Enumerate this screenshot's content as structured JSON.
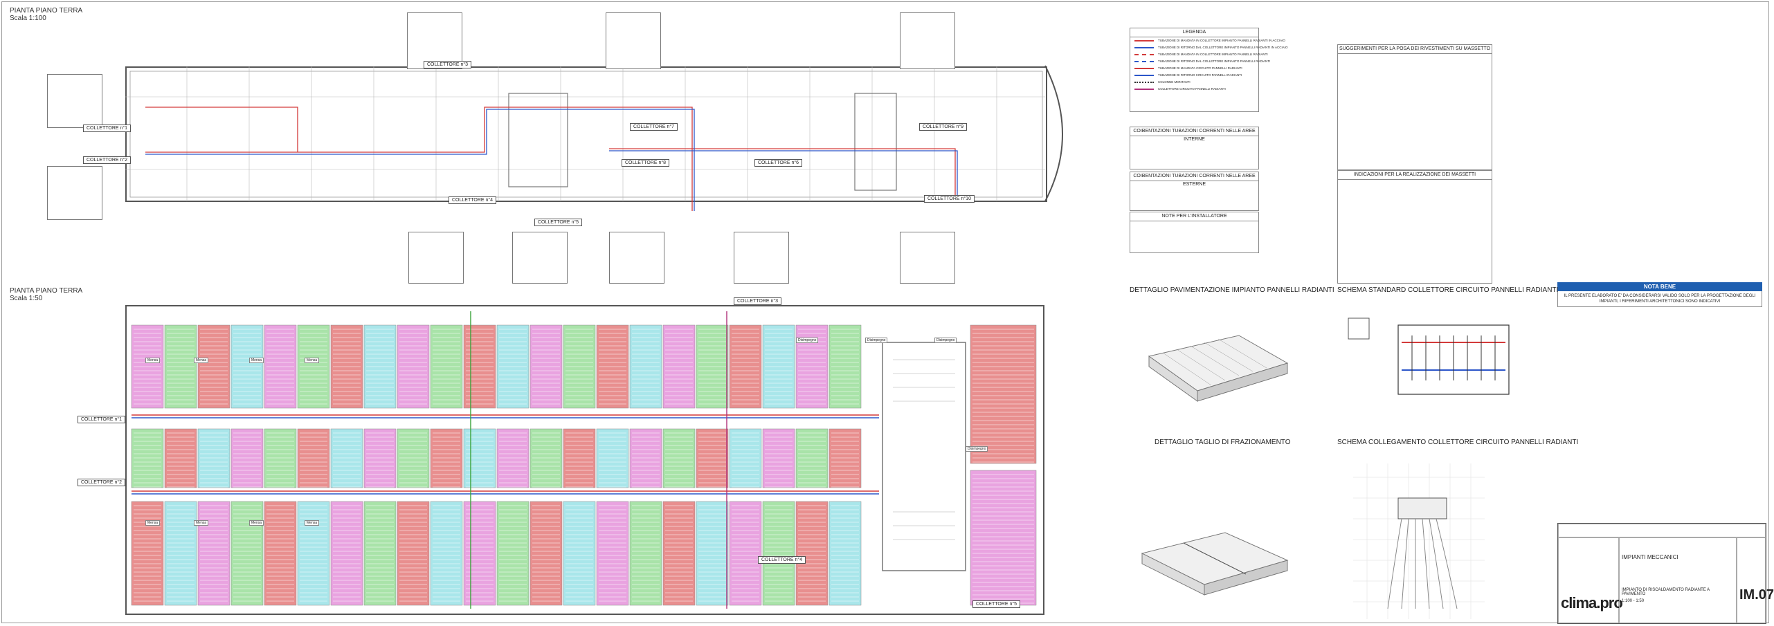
{
  "upper_plan": {
    "title": "PIANTA PIANO TERRA",
    "scale": "Scala 1:100",
    "collectors": [
      {
        "id": "c3",
        "label": "COLLETTORE n°3"
      },
      {
        "id": "c1",
        "label": "COLLETTORE n°1"
      },
      {
        "id": "c2",
        "label": "COLLETTORE n°2"
      },
      {
        "id": "c4",
        "label": "COLLETTORE n°4"
      },
      {
        "id": "c5",
        "label": "COLLETTORE n°5"
      },
      {
        "id": "c6",
        "label": "COLLETTORE n°6"
      },
      {
        "id": "c7",
        "label": "COLLETTORE n°7"
      },
      {
        "id": "c8",
        "label": "COLLETTORE n°8"
      },
      {
        "id": "c9",
        "label": "COLLETTORE n°9"
      },
      {
        "id": "c10",
        "label": "COLLETTORE n°10"
      }
    ]
  },
  "lower_plan": {
    "title": "PIANTA PIANO TERRA",
    "scale": "Scala 1:50",
    "collectors": [
      {
        "id": "c3",
        "label": "COLLETTORE n°3"
      },
      {
        "id": "c1",
        "label": "COLLETTORE n°1"
      },
      {
        "id": "c2",
        "label": "COLLETTORE n°2"
      },
      {
        "id": "c4",
        "label": "COLLETTORE n°4"
      },
      {
        "id": "c5",
        "label": "COLLETTORE n°5"
      }
    ],
    "room_labels": [
      "Mensa",
      "Mensa",
      "Mensa",
      "Mensa",
      "Mensa",
      "Mensa",
      "Mensa",
      "Mensa",
      "Disimpegno",
      "Disimpegno",
      "Disimpegno",
      "Disimpegno"
    ]
  },
  "legend": {
    "title": "LEGENDA",
    "rows": [
      {
        "color": "#d33a3a",
        "style": "solid",
        "text": "TUBAZIONE DI MANDATA IN COLLETTORE IMPIANTO PANNELLI RADIANTI IN ACCIAIO"
      },
      {
        "color": "#2c56c9",
        "style": "solid",
        "text": "TUBAZIONE DI RITORNO DAL COLLETTORE IMPIANTO PANNELLI RADIANTI IN ACCIAIO"
      },
      {
        "color": "#d33a3a",
        "style": "dashed",
        "text": "TUBAZIONE DI MANDATA IN COLLETTORE IMPIANTO PANNELLI RADIANTI"
      },
      {
        "color": "#2c56c9",
        "style": "dashed",
        "text": "TUBAZIONE DI RITORNO DAL COLLETTORE IMPIANTO PANNELLI RADIANTI"
      },
      {
        "color": "#d33a3a",
        "style": "solid",
        "text": "TUBAZIONE DI MANDATA CIRCUITO PANNELLI RADIANTI"
      },
      {
        "color": "#2c56c9",
        "style": "solid",
        "text": "TUBAZIONE DI RITORNO CIRCUITO PANNELLI RADIANTI"
      },
      {
        "color": "#333333",
        "style": "dot",
        "text": "COLONNE MONTANTI"
      },
      {
        "color": "#b0307a",
        "style": "solid",
        "text": "COLLETTORE CIRCUITO PANNELLI RADIANTI"
      }
    ]
  },
  "coib_interne": {
    "title": "COIBENTAZIONI TUBAZIONI CORRENTI NELLE AREE INTERNE"
  },
  "coib_esterne": {
    "title": "COIBENTAZIONI TUBAZIONI CORRENTI NELLE AREE ESTERNE"
  },
  "note_installatore": {
    "title": "NOTE PER L'INSTALLATORE"
  },
  "suggerimenti": {
    "title": "SUGGERIMENTI PER LA POSA DEI RIVESTIMENTI SU MASSETTO"
  },
  "indicazioni": {
    "title": "INDICAZIONI PER LA REALIZZAZIONE DEI MASSETTI"
  },
  "nota_bene": {
    "title": "NOTA BENE",
    "text": "IL PRESENTE ELABORATO E' DA CONSIDERARSI VALIDO SOLO PER LA PROGETTAZIONE DEGLI IMPIANTI, I RIFERIMENTI ARCHITETTONICI SONO INDICATIVI"
  },
  "details": {
    "pavimentazione": "DETTAGLIO PAVIMENTAZIONE IMPIANTO PANNELLI RADIANTI",
    "schema_standard": "SCHEMA STANDARD COLLETTORE CIRCUITO PANNELLI RADIANTI",
    "taglio": "DETTAGLIO TAGLIO DI FRAZIONAMENTO",
    "schema_collegamento": "SCHEMA COLLEGAMENTO COLLETTORE CIRCUITO PANNELLI RADIANTI"
  },
  "title_block": {
    "logo": "clima.pro",
    "category": "IMPIANTI MECCANICI",
    "scale": "1:100 - 1:50",
    "subject": "IMPIANTO DI RISCALDAMENTO RADIANTE A PAVIMENTO",
    "code": "IM.07"
  },
  "colors": {
    "magenta_zone": "#e9a3e0",
    "green_zone": "#a9e3a9",
    "cyan_zone": "#a9e6ea",
    "red_zone": "#e88f8f",
    "supply": "#d33a3a",
    "return": "#2c56c9",
    "nota_bene": "#1f5fb0"
  }
}
